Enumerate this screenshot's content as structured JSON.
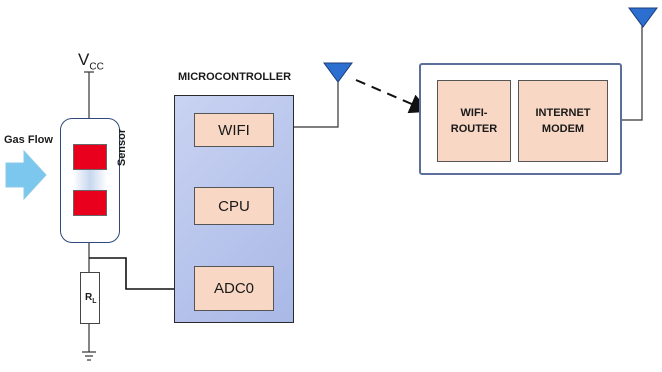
{
  "sensor_circuit": {
    "supply_label": "V",
    "supply_sub": "CC",
    "gas_flow_label": "Gas Flow",
    "sensor_label": "Sensor",
    "load_resistor_label": "R",
    "load_resistor_sub": "L"
  },
  "microcontroller": {
    "title": "MICROCONTROLLER",
    "blocks": [
      "WIFI",
      "CPU",
      "ADC0"
    ]
  },
  "network": {
    "router_label_line1": "WIFI-",
    "router_label_line2": "ROUTER",
    "modem_label_line1": "INTERNET",
    "modem_label_line2": "MODEM"
  },
  "colors": {
    "block_fill": "#f8d7c4",
    "mcu_fill": "#b9c6ec",
    "sensor_element": "#e8001c",
    "antenna": "#2d6fd1",
    "arrow": "#7cc7ee"
  }
}
